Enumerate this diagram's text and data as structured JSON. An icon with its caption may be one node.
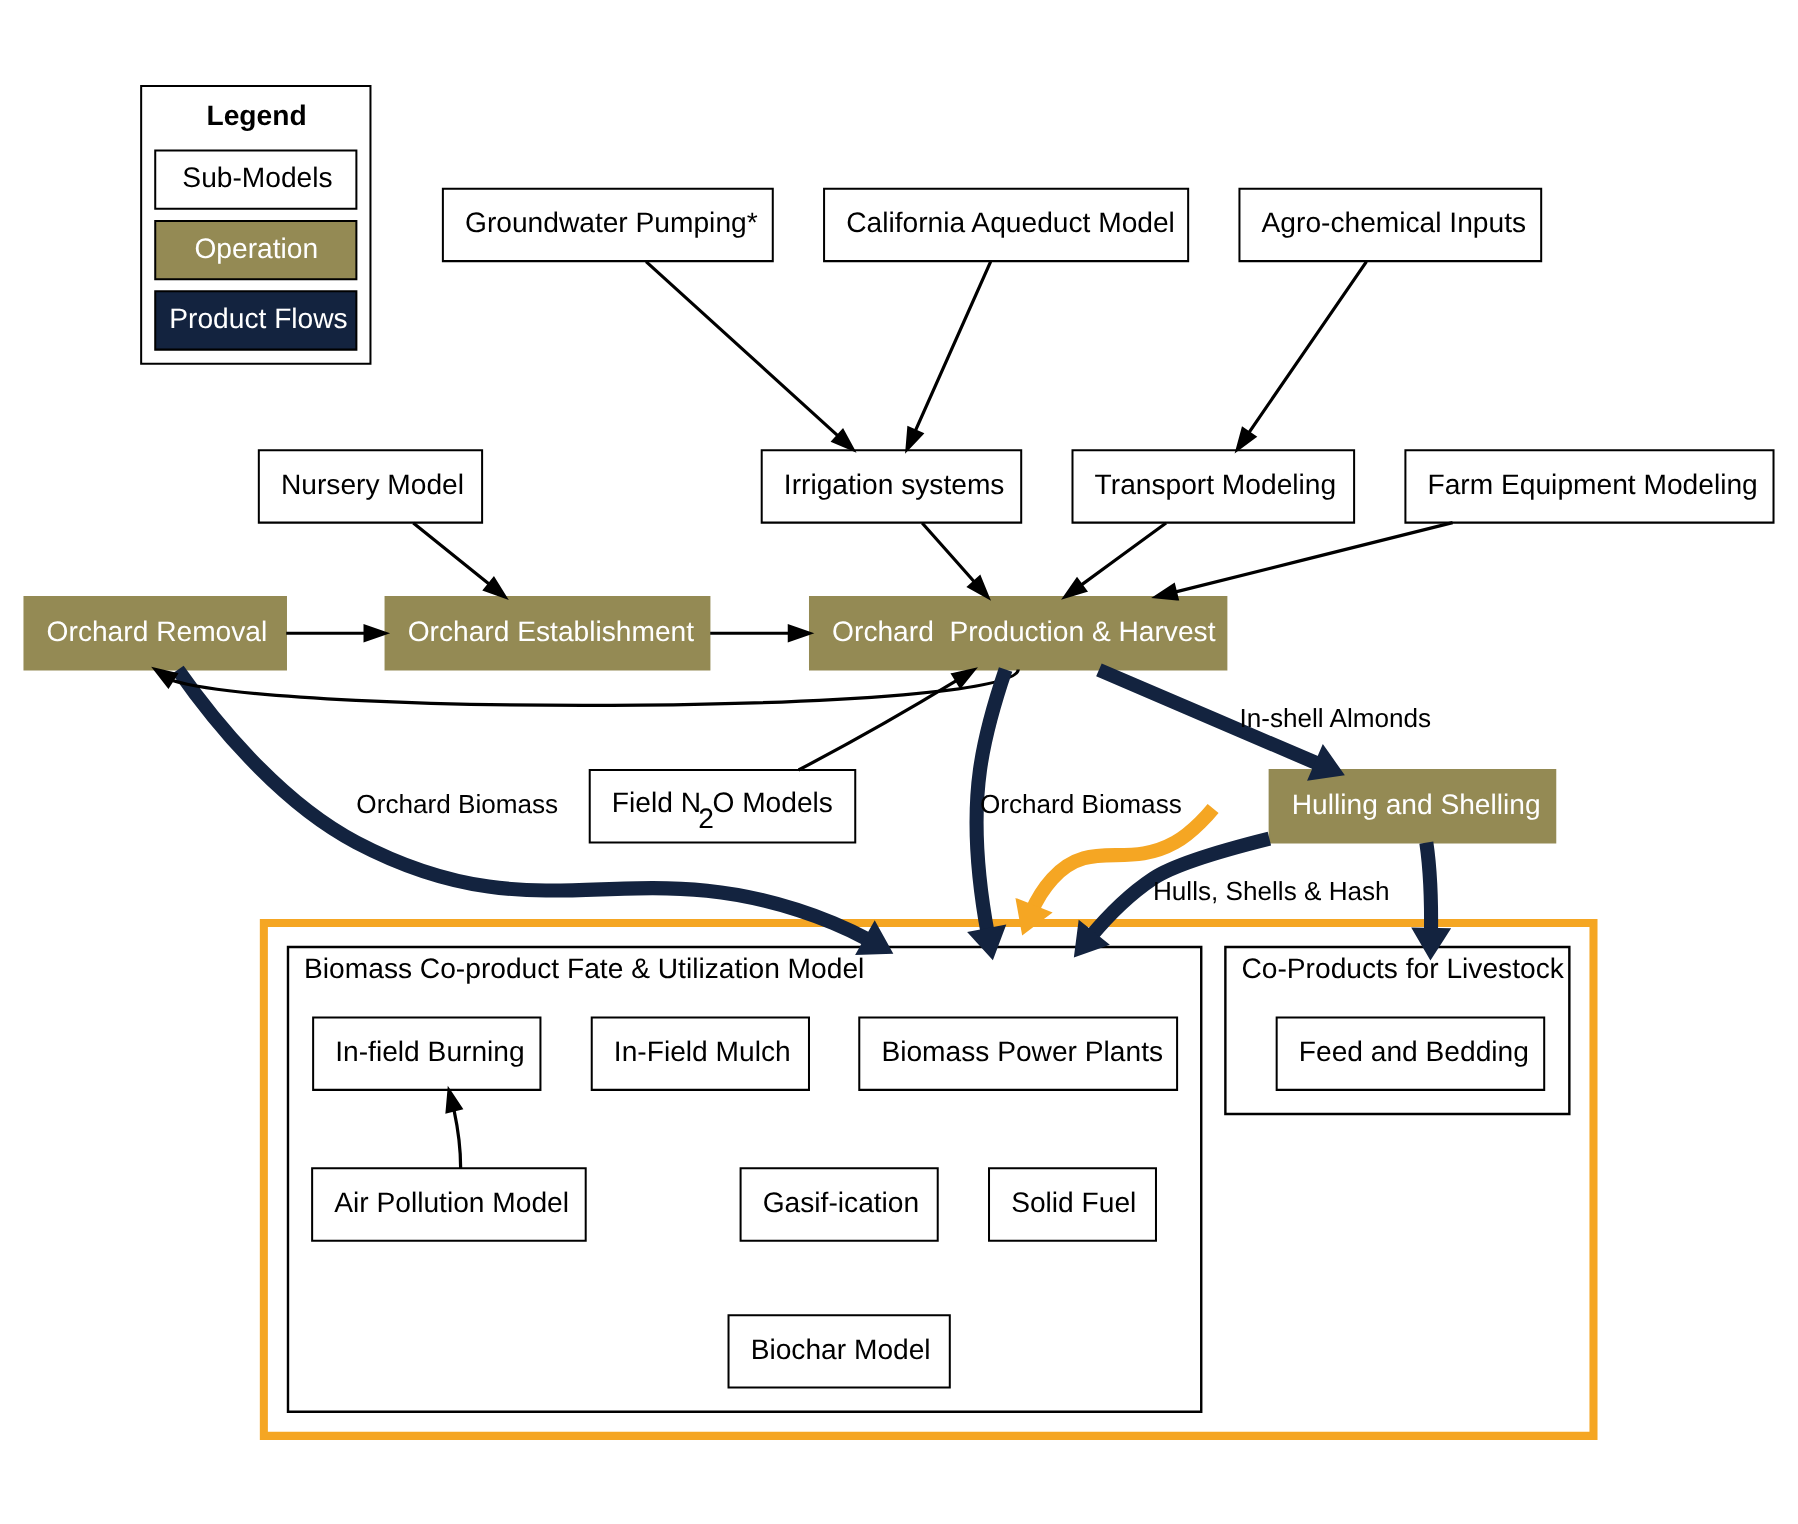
{
  "diagram": {
    "nodes": [
      {
        "text": [
          "Agro-chemical Inputs"
        ]
      },
      {
        "text": [
          "California Aqueduct Model"
        ]
      },
      {
        "text": [
          "Groundwater Pumping*"
        ]
      },
      {
        "text": [
          "Nursery Model"
        ]
      },
      {
        "text": [
          "Transport Modeling"
        ]
      },
      {
        "text": [
          "Farm Equipment Modeling"
        ]
      },
      {
        "text": [
          "Irrigation systems"
        ]
      },
      {
        "text": [
          "Orchard Removal"
        ]
      },
      {
        "text": [
          "Orchard Establishment"
        ]
      },
      {
        "text": [
          "Orchard  Production & Harvest"
        ]
      },
      {
        "text": [
          "Field N$_{2}$O Models"
        ]
      },
      {
        "text": [
          "Hulling and Shelling"
        ]
      },
      {
        "text": [],
        "shape": "box"
      },
      {
        "text": [
          "Biomass Co-product Fate & Utilization Model"
        ],
        "in": 12
      },
      {
        "text": [
          "Biomass Power Plants"
        ],
        "in": 13
      },
      {
        "text": [
          "In-Field Mulch"
        ],
        "in": 13
      },
      {
        "text": [
          "In-field Burning"
        ],
        "in": 13
      },
      {
        "text": [
          "Solid Fuel"
        ],
        "in": 13
      },
      {
        "text": [
          "Gasif-ication"
        ],
        "in": 13
      },
      {
        "text": [
          "Biochar Model"
        ],
        "in": 13
      },
      {
        "text": [
          "Air Pollution Model"
        ],
        "in": 13
      },
      {
        "text": [
          "Co-Products for Livestock"
        ],
        "in": 12
      },
      {
        "text": [
          "Feed and Bedding"
        ],
        "in": 21
      }
    ],
    "edges": [
      {
        "from": 0,
        "to": 4,
        "arrow": "to"
      },
      {
        "from": 1,
        "to": 6,
        "arrow": "to"
      },
      {
        "from": 2,
        "to": 6,
        "arrow": "to"
      },
      {
        "from": 3,
        "to": 8,
        "arrow": "to"
      },
      {
        "from": 4,
        "to": 9,
        "arrow": "to"
      },
      {
        "from": 5,
        "to": 9,
        "arrow": "to"
      },
      {
        "from": 6,
        "to": 9,
        "arrow": "to"
      },
      {
        "from": 7,
        "to": 8,
        "arrow": "to"
      },
      {
        "from": 8,
        "to": 9,
        "arrow": "to"
      },
      {
        "from": 9,
        "to": 7,
        "arrow": "to"
      },
      {
        "from": 10,
        "to": 9,
        "arrow": "to"
      },
      {
        "from": 7,
        "to": 13,
        "arrow": "to",
        "label": "Orchard Biomass",
        "style": "thick",
        "color": "#13233f"
      },
      {
        "from": 9,
        "to": 13,
        "arrow": "to",
        "label": "Orchard Biomass",
        "style": "thick",
        "color": "#13233f"
      },
      {
        "from": 9,
        "to": 11,
        "arrow": "to",
        "label": "In-shell Almonds",
        "style": "thick",
        "color": "#13233f"
      },
      {
        "from": 11,
        "to": 13,
        "arrow": "to",
        "label": "Hulls, Shells & Hash",
        "style": "thick",
        "color": "#13233f"
      },
      {
        "from": 11,
        "to": 21,
        "arrow": "to",
        "style": "thick",
        "color": "#13233f"
      },
      {
        "from": 20,
        "to": 16,
        "arrow": "to"
      },
      {
        "from": null,
        "to": 12,
        "arrow": "to",
        "style": "thick",
        "color": "#f5a623"
      }
    ],
    "labels": [
      "Legend"
    ],
    "legend": [
      {
        "text": "Sub-Models",
        "color": "#ffffff"
      },
      {
        "text": "Operation",
        "color": "#948a54"
      },
      {
        "text": "Product Flows",
        "color": "#13233f"
      }
    ]
  }
}
